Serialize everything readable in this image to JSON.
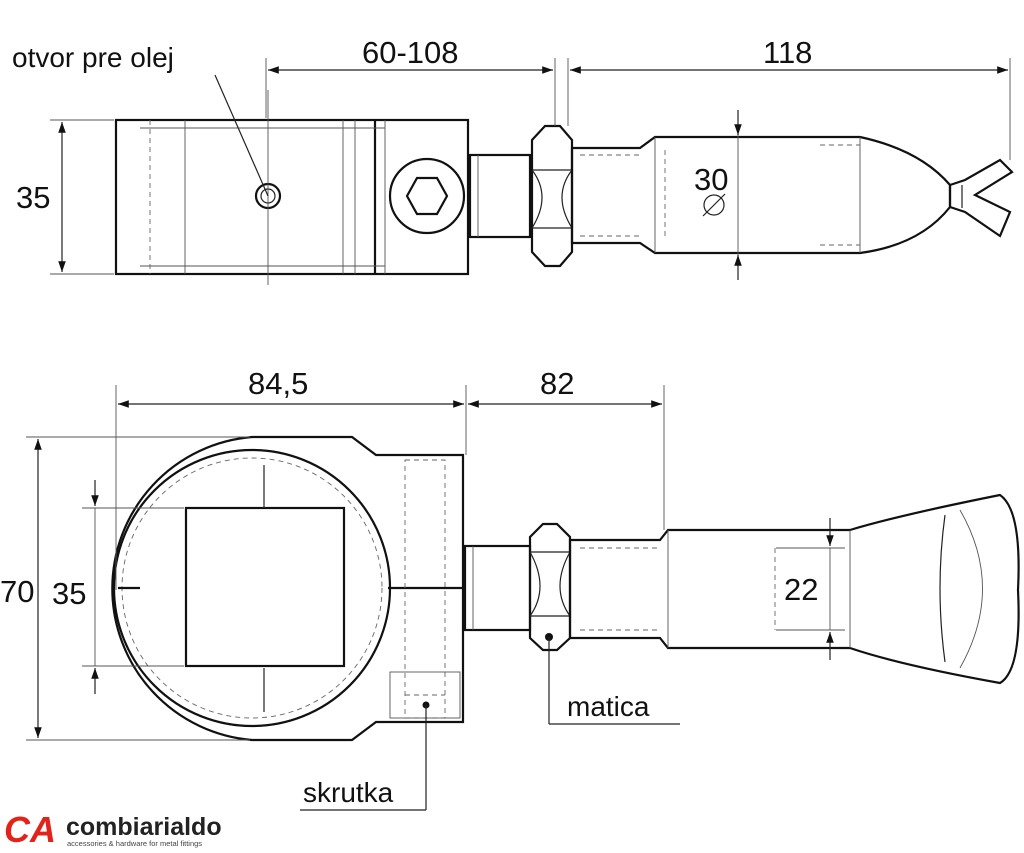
{
  "top_view": {
    "oil_hole_label": "otvor pre olej",
    "dim_length": "60-108",
    "dim_handle": "118",
    "dim_height": "35",
    "dim_diameter": "30"
  },
  "bottom_view": {
    "dim_body": "84,5",
    "dim_handle": "82",
    "dim_total_height": "70",
    "dim_square": "35",
    "dim_handle_dia": "22",
    "nut_label": "matica",
    "screw_label": "skrutka"
  },
  "brand": {
    "logo_mark": "CA",
    "name": "combiarialdo",
    "tagline": "accessories & hardware for metal fittings",
    "logo_color": "#e2231a"
  }
}
